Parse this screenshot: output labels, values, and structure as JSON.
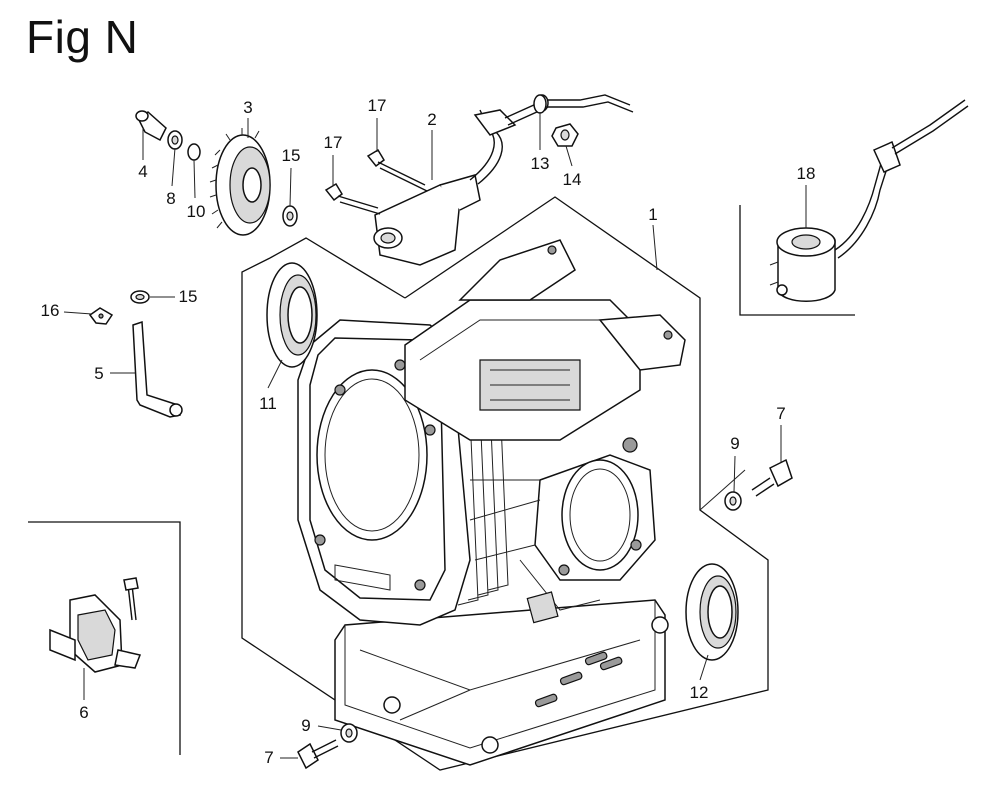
{
  "figure": {
    "title": "Fig N"
  },
  "labels": {
    "p1": "1",
    "p2": "2",
    "p3": "3",
    "p4": "4",
    "p5": "5",
    "p6": "6",
    "p7a": "7",
    "p7b": "7",
    "p8": "8",
    "p9a": "9",
    "p9b": "9",
    "p10": "10",
    "p11": "11",
    "p12": "12",
    "p13": "13",
    "p14": "14",
    "p15a": "15",
    "p15b": "15",
    "p16": "16",
    "p17a": "17",
    "p17b": "17",
    "p18": "18"
  }
}
